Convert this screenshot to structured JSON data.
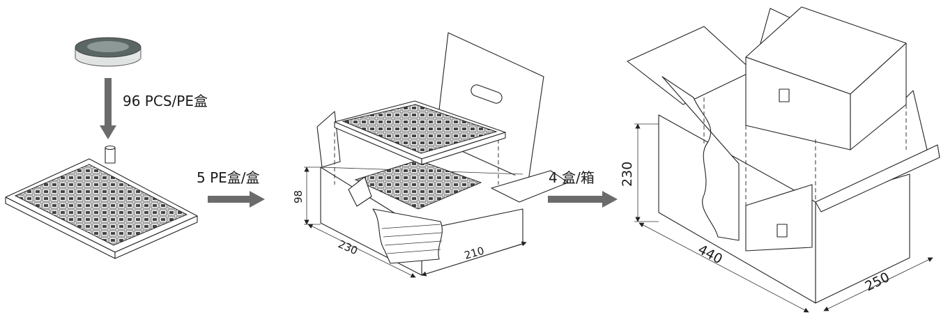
{
  "steps": {
    "step1_label": "96 PCS/PE盒",
    "step2_label": "5 PE盒/盒",
    "step3_label": "4 盒/箱"
  },
  "inner_box": {
    "height": "98",
    "length": "230",
    "width": "210"
  },
  "outer_box": {
    "height": "230",
    "length": "440",
    "width": "250"
  },
  "colors": {
    "arrow": "#6b6b6b",
    "cap_ring": "#5a6664",
    "cap_center": "#8d9997",
    "line": "#222222"
  }
}
